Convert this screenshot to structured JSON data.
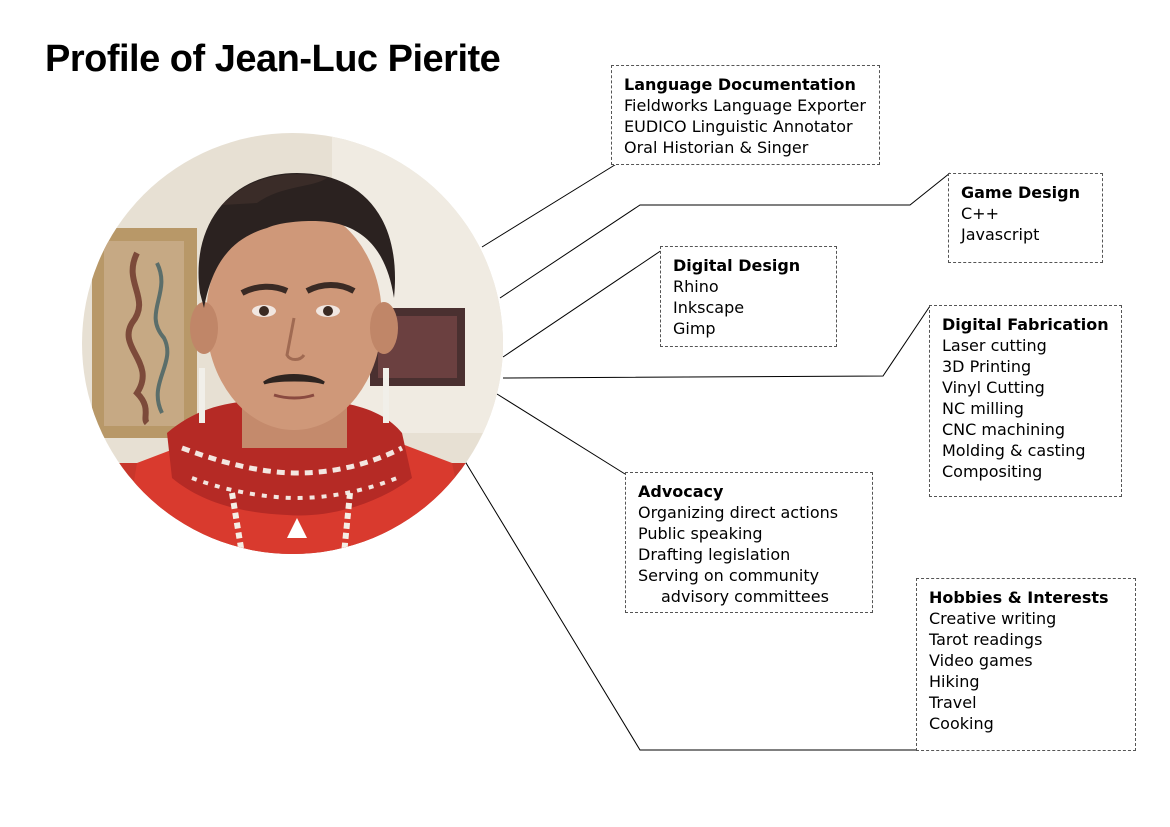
{
  "page": {
    "title": "Profile of Jean-Luc Pierite"
  },
  "boxes": {
    "language_documentation": {
      "heading": "Language Documentation",
      "items": [
        "Fieldworks Language Exporter",
        "EUDICO Linguistic Annotator",
        "Oral Historian & Singer"
      ]
    },
    "game_design": {
      "heading": "Game Design",
      "items": [
        "C++",
        "Javascript"
      ]
    },
    "digital_design": {
      "heading": "Digital Design",
      "items": [
        "Rhino",
        "Inkscape",
        "Gimp"
      ]
    },
    "digital_fabrication": {
      "heading": "Digital Fabrication",
      "items": [
        "Laser cutting",
        "3D Printing",
        "Vinyl Cutting",
        "NC milling",
        "CNC machining",
        "Molding & casting",
        "Compositing"
      ]
    },
    "advocacy": {
      "heading": "Advocacy",
      "items": [
        "Organizing direct actions",
        "Public speaking",
        "Drafting legislation",
        "Serving on community",
        "advisory committees"
      ]
    },
    "hobbies": {
      "heading": "Hobbies & Interests",
      "items": [
        "Creative writing",
        "Tarot readings",
        "Video games",
        "Hiking",
        "Travel",
        "Cooking"
      ]
    }
  }
}
